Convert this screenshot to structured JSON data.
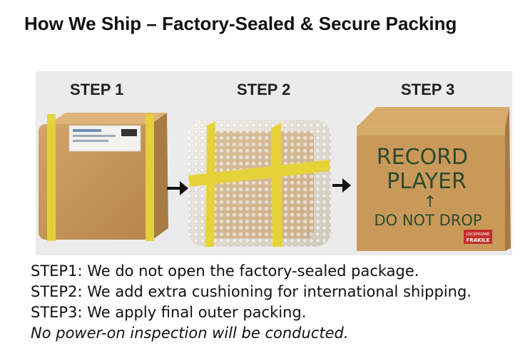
{
  "title": "How We Ship – Factory-Sealed & Secure Packing",
  "steps": [
    {
      "label": "STEP 1"
    },
    {
      "label": "STEP 2"
    },
    {
      "label": "STEP 3"
    }
  ],
  "box3": {
    "line1": "RECORD",
    "line2": "PLAYER",
    "arrow": "↑",
    "line3": "DO NOT DROP",
    "sticker_top": "LOCKPROMIE",
    "sticker_bottom": "FRAKILE"
  },
  "captions": [
    "STEP1: We do not open the factory-sealed package.",
    "STEP2: We add extra cushioning for international shipping.",
    "STEP3: We apply final outer packing."
  ],
  "note": "No power-on inspection will be conducted.",
  "colors": {
    "cardboard": "#c9995a",
    "tape": "#e6d33a",
    "red": "#c0302b"
  }
}
